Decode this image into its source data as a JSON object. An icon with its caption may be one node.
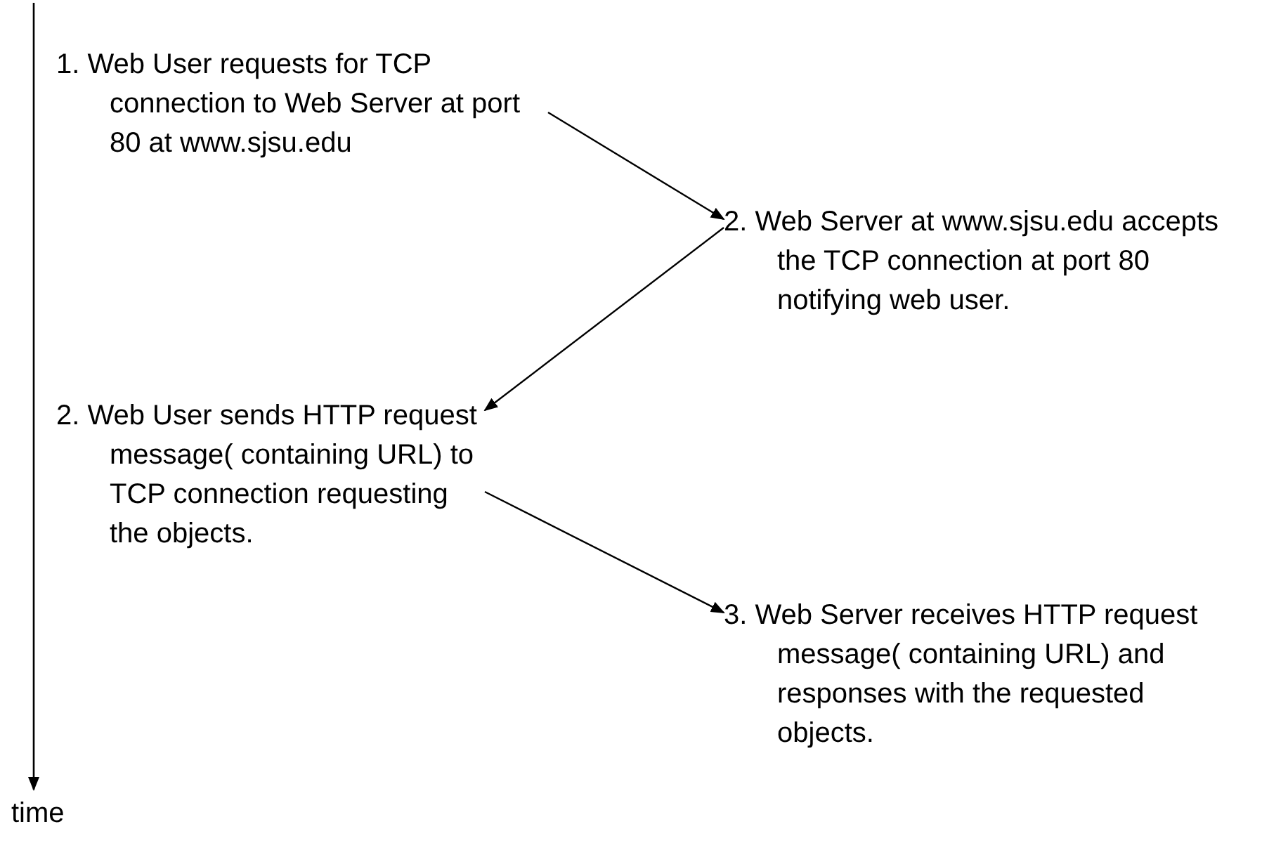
{
  "diagram": {
    "nodes": [
      {
        "text": [
          "1. Web User requests for TCP connection to Web Server at port 80 at www.sjsu.edu"
        ]
      },
      {
        "text": [
          "2. Web Server at www.sjsu.edu accepts the TCP connection at port 80 notifying web user."
        ]
      },
      {
        "text": [
          "2. Web User sends HTTP request message( containing URL) to TCP connection requesting the objects."
        ]
      },
      {
        "text": [
          "3. Web Server receives HTTP request message( containing URL) and responses with the requested objects."
        ]
      }
    ],
    "edges": [
      {
        "from": 0,
        "to": 1,
        "arrow": "to"
      },
      {
        "from": 1,
        "to": 2,
        "arrow": "to"
      },
      {
        "from": 2,
        "to": 3,
        "arrow": "to"
      }
    ],
    "labels": [
      "time"
    ]
  }
}
